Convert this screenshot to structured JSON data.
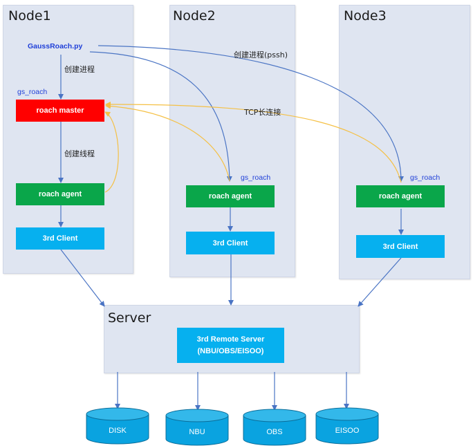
{
  "nodes": {
    "node1": {
      "title": "Node1"
    },
    "node2": {
      "title": "Node2"
    },
    "node3": {
      "title": "Node3"
    }
  },
  "server": {
    "title": "Server",
    "remote_line1": "3rd Remote Server",
    "remote_line2": "(NBU/OBS/EISOO)"
  },
  "labels": {
    "script": "GaussRoach.py",
    "create_process": "创建进程",
    "create_process_ssh": "创建进程(pssh)",
    "tcp": "TCP长连接",
    "create_thread": "创建线程",
    "gs_roach": "gs_roach",
    "roach_master": "roach master",
    "roach_agent": "roach agent",
    "client": "3rd Client"
  },
  "storage": [
    "DISK",
    "NBU",
    "OBS",
    "EISOO"
  ],
  "colors": {
    "panel": "#dfe5f1",
    "master": "#ff0000",
    "agent": "#0aa64a",
    "client": "#06b0ef",
    "arrow": "#4a74c4",
    "tcp_arrow": "#f5c044",
    "cylinder": "#0aa3e0"
  }
}
